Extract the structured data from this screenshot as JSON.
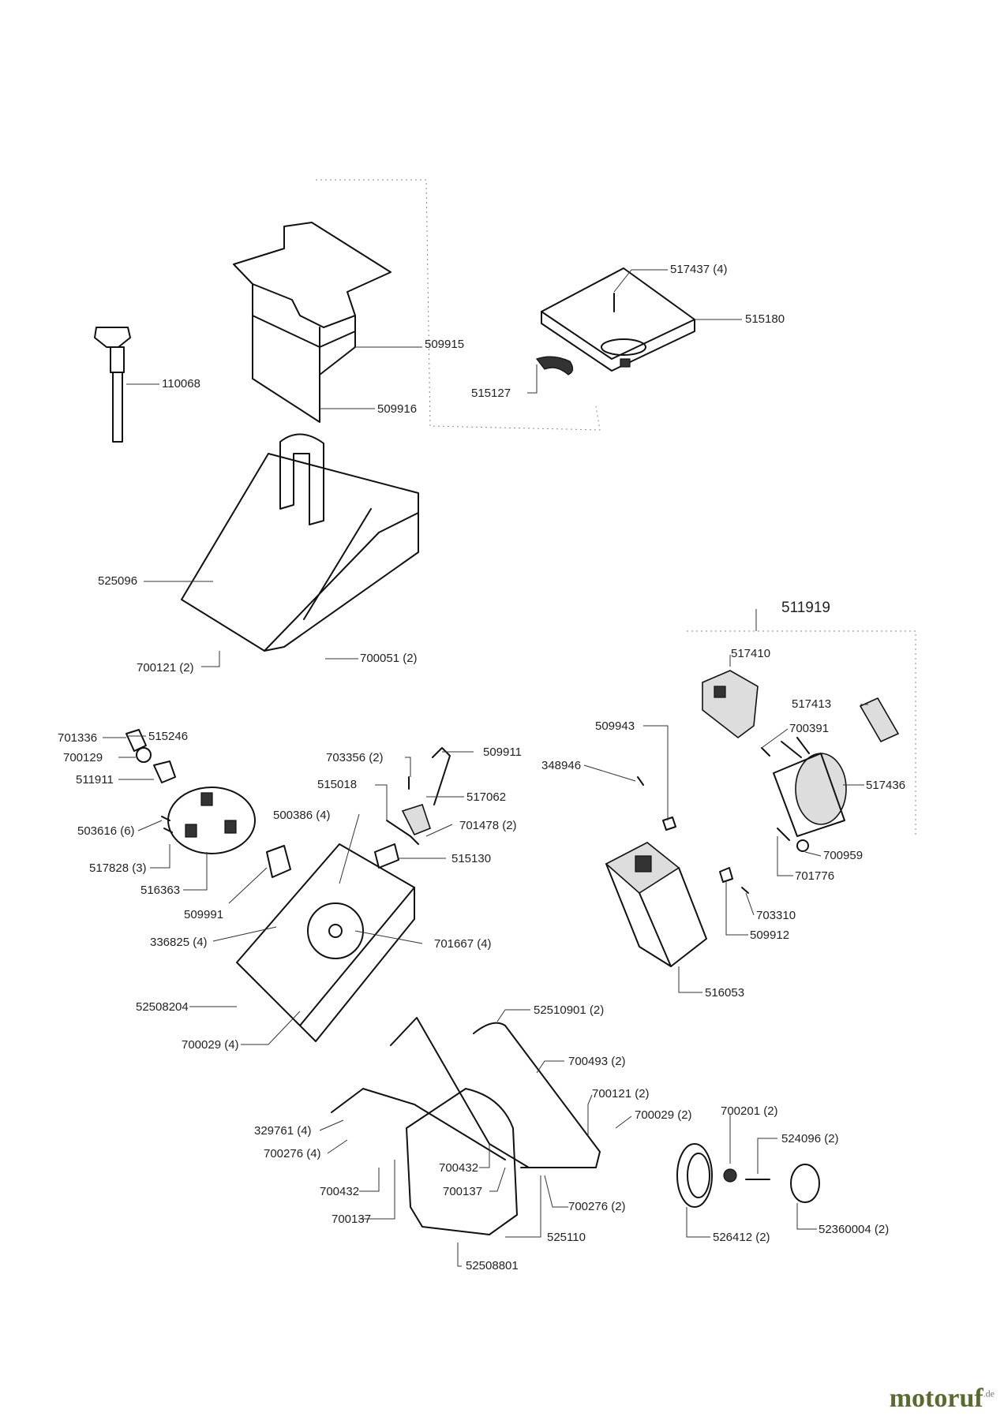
{
  "assembly_label": "511919",
  "labels": {
    "l110068": "110068",
    "l509915": "509915",
    "l509916": "509916",
    "l517437": "517437 (4)",
    "l515180": "515180",
    "l515127": "515127",
    "l525096": "525096",
    "l700121a": "700121 (2)",
    "l700051": "700051 (2)",
    "l517410": "517410",
    "l517413": "517413",
    "l700391": "700391",
    "l517436": "517436",
    "l700959": "700959",
    "l701776": "701776",
    "l509943": "509943",
    "l348946": "348946",
    "l703310": "703310",
    "l509912": "509912",
    "l516053": "516053",
    "l701336": "701336",
    "l515246": "515246",
    "l700129": "700129",
    "l511911": "511911",
    "l503616": "503616 (6)",
    "l517828": "517828 (3)",
    "l516363": "516363",
    "l509991": "509991",
    "l336825": "336825 (4)",
    "l52508204": "52508204",
    "l700029a": "700029 (4)",
    "l703356": "703356 (2)",
    "l509911": "509911",
    "l515018": "515018",
    "l517062": "517062",
    "l500386": "500386 (4)",
    "l701478": "701478 (2)",
    "l515130": "515130",
    "l701667": "701667 (4)",
    "l52510901": "52510901 (2)",
    "l700493": "700493 (2)",
    "l700121b": "700121 (2)",
    "l700029b": "700029 (2)",
    "l329761": "329761 (4)",
    "l700276a": "700276 (4)",
    "l700432a": "700432",
    "l700137a": "700137",
    "l700432b": "700432",
    "l700137b": "700137",
    "l700276b": "700276 (2)",
    "l525110": "525110",
    "l52508801": "52508801",
    "l700201": "700201 (2)",
    "l524096": "524096 (2)",
    "l526412": "526412 (2)",
    "l52360004": "52360004 (2)"
  },
  "watermark": {
    "brand": "motoruf",
    "tld": ".de"
  }
}
